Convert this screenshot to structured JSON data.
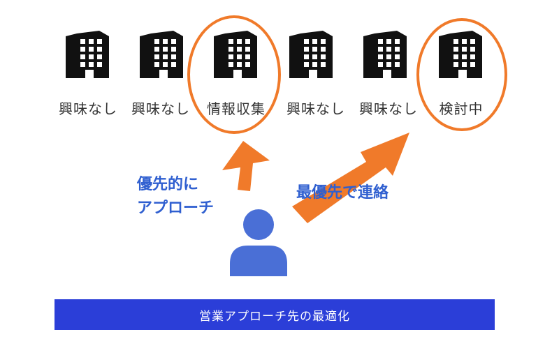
{
  "companies": [
    {
      "label": "興味なし",
      "highlighted": false
    },
    {
      "label": "興味なし",
      "highlighted": false
    },
    {
      "label": "情報収集",
      "highlighted": true
    },
    {
      "label": "興味なし",
      "highlighted": false
    },
    {
      "label": "興味なし",
      "highlighted": false
    },
    {
      "label": "検討中",
      "highlighted": true
    }
  ],
  "callouts": {
    "left_line1": "優先的に",
    "left_line2": "アプローチ",
    "right": "最優先で連絡"
  },
  "footer": {
    "title": "営業アプローチ先の最適化"
  },
  "colors": {
    "accent_orange": "#f07a2a",
    "callout_blue": "#2f5fd0",
    "person_blue": "#4a6fd6",
    "footer_bar": "#2b3ed8"
  },
  "icons": [
    "building-icon",
    "person-icon"
  ]
}
